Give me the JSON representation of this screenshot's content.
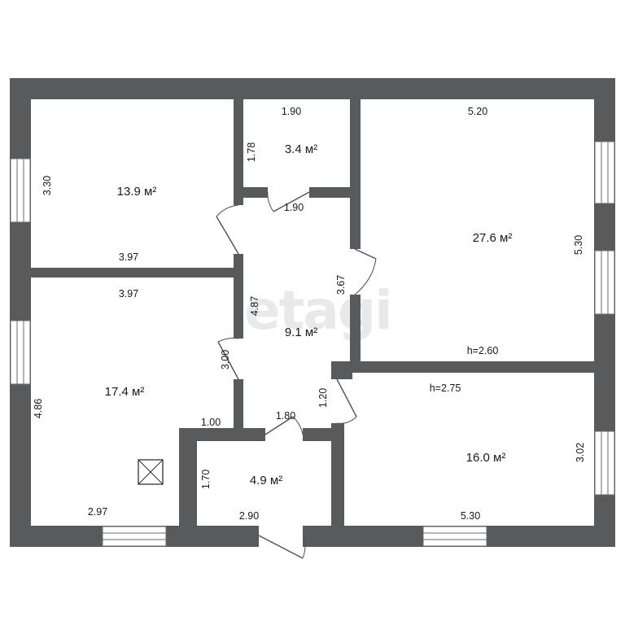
{
  "watermark": "etagi",
  "rooms": [
    {
      "id": "room-top-left",
      "area": "13.9 м²",
      "dims": [
        "3.30",
        "3.97"
      ]
    },
    {
      "id": "room-small-top",
      "area": "3.4 м²",
      "dims": [
        "1.90",
        "1.78",
        "1.90"
      ]
    },
    {
      "id": "room-big-right",
      "area": "27.6 м²",
      "dims": [
        "5.20",
        "5.30",
        "h=2.60"
      ]
    },
    {
      "id": "room-left-lower",
      "area": "17.4 м²",
      "dims": [
        "3.97",
        "4.86",
        "2.97",
        "1.00",
        "3.00"
      ]
    },
    {
      "id": "hallway",
      "area": "9.1 м²",
      "dims": [
        "4.87",
        "3.67",
        "1.80",
        "1.20"
      ]
    },
    {
      "id": "room-bottom-small",
      "area": "4.9 м²",
      "dims": [
        "1.70",
        "2.90"
      ]
    },
    {
      "id": "room-bottom-right",
      "area": "16.0 м²",
      "dims": [
        "h=2.75",
        "3.02",
        "5.30"
      ]
    }
  ],
  "icons": {
    "ventilation": "ventilation-shaft-icon"
  },
  "colors": {
    "wall": "#585a5c",
    "background": "#ffffff"
  }
}
